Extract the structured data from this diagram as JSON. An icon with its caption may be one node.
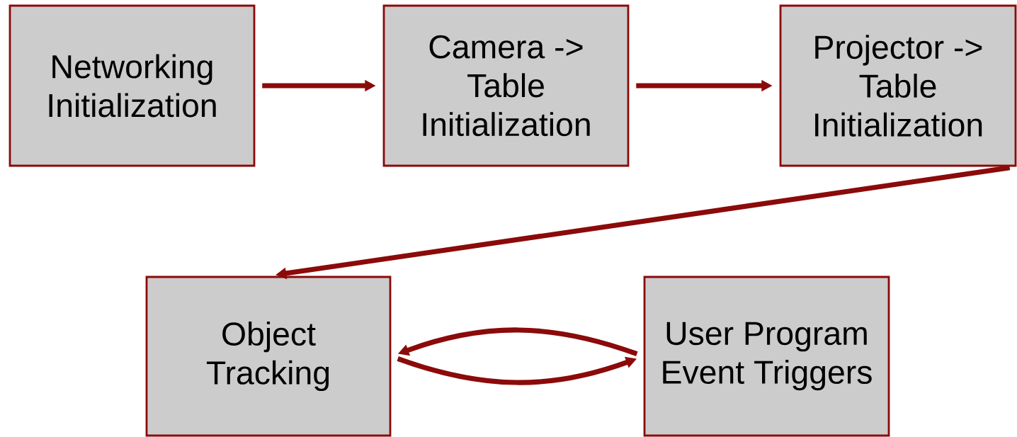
{
  "diagram": {
    "nodes": [
      {
        "text": [
          "Networking Initialization"
        ]
      },
      {
        "text": [
          "Camera -> Table Initialization"
        ]
      },
      {
        "text": [
          "Projector -> Table Initialization"
        ]
      },
      {
        "text": [
          "Object Tracking"
        ]
      },
      {
        "text": [
          "User Program Event Triggers"
        ]
      }
    ],
    "edges": [
      {
        "from": 0,
        "to": 1,
        "arrow": "to"
      },
      {
        "from": 1,
        "to": 2,
        "arrow": "to"
      },
      {
        "from": 2,
        "to": 3,
        "arrow": "to"
      },
      {
        "from": 4,
        "to": 3,
        "arrow": "to"
      },
      {
        "from": 3,
        "to": 4,
        "arrow": "to"
      }
    ]
  }
}
